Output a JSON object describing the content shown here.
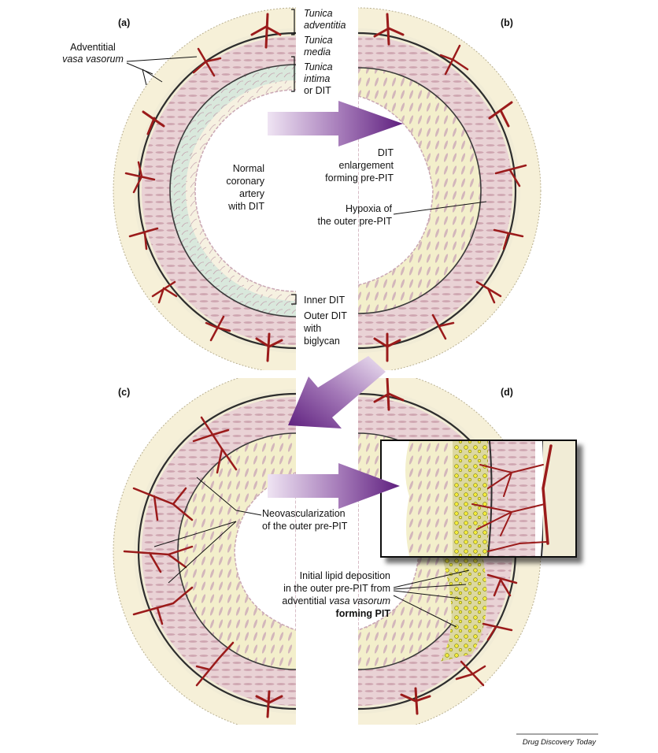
{
  "panels": {
    "a": "(a)",
    "b": "(b)",
    "c": "(c)",
    "d": "(d)"
  },
  "layers": {
    "adventitia": [
      "Tunica",
      "adventitia"
    ],
    "media": [
      "Tunica",
      "media"
    ],
    "intima": [
      "Tunica",
      "intima",
      "or DIT"
    ]
  },
  "labels": {
    "adventitial_vv": [
      "Adventitial",
      "vasa vasorum"
    ],
    "normal": [
      "Normal",
      "coronary",
      "artery",
      "with DIT"
    ],
    "dit_enlargement": [
      "DIT",
      "enlargement",
      "forming pre-PIT"
    ],
    "hypoxia": [
      "Hypoxia of",
      "the outer pre-PIT"
    ],
    "inner_dit": "Inner DIT",
    "outer_dit": [
      "Outer DIT",
      "with",
      "biglycan"
    ],
    "neovasc": [
      "Neovascularization",
      "of the outer pre-PIT"
    ],
    "lipid": [
      "Initial lipid deposition",
      "in the outer pre-PIT from",
      "adventitial",
      "vasa vasorum",
      "forming PIT"
    ]
  },
  "footer": "Drug Discovery Today",
  "colors": {
    "media": "#e7cfd3",
    "adventitia": "#f6f0d8",
    "intima_outer": "#d6e6dc",
    "intima_inner": "#f5f1e0",
    "pit": "#f3efc8",
    "vessel": "#9b1b1b",
    "arrow": "#6a2a8a",
    "lipid": "#f4ea3c"
  }
}
